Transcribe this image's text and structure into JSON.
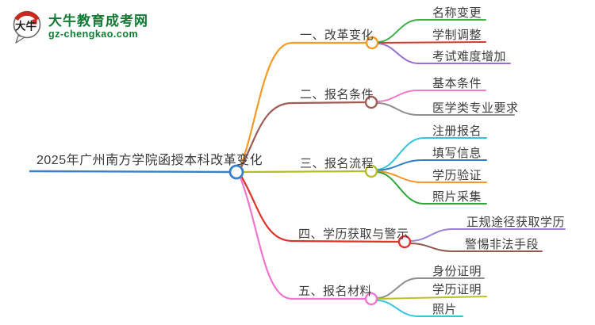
{
  "logo": {
    "brand": "大牛教育成考网",
    "domain": "gz-chengkao.com",
    "icon_text": "大牛",
    "brand_color": "#117a33",
    "icon_red": "#c9281e"
  },
  "central": {
    "title": "2025年广州南方学院函授本科改革变化",
    "color": "#3a80c4"
  },
  "branches": [
    {
      "label": "一、改革变化",
      "color": "#f59b24",
      "children": [
        {
          "label": "名称变更",
          "color": "#3fae4a"
        },
        {
          "label": "学制调整",
          "color": "#d8372e"
        },
        {
          "label": "考试难度增加",
          "color": "#9c6cd1"
        }
      ]
    },
    {
      "label": "二、报名条件",
      "color": "#9c5d53",
      "children": [
        {
          "label": "基本条件",
          "color": "#f878c8"
        },
        {
          "label": "医学类专业要求",
          "color": "#8e8e8e"
        }
      ]
    },
    {
      "label": "三、报名流程",
      "color": "#b5bd26",
      "children": [
        {
          "label": "注册报名",
          "color": "#35c4dd"
        },
        {
          "label": "填写信息",
          "color": "#2f7ec4"
        },
        {
          "label": "学历验证",
          "color": "#f5962e"
        },
        {
          "label": "照片采集",
          "color": "#2fa83a"
        }
      ]
    },
    {
      "label": "四、学历获取与警示",
      "color": "#df332c",
      "children": [
        {
          "label": "正规途径获取学历",
          "color": "#9d82d8"
        },
        {
          "label": "警惕非法手段",
          "color": "#8f5a50"
        }
      ]
    },
    {
      "label": "五、报名材料",
      "color": "#f175cc",
      "children": [
        {
          "label": "身份证明",
          "color": "#8e8e8e"
        },
        {
          "label": "学历证明",
          "color": "#bcbe2c"
        },
        {
          "label": "照片",
          "color": "#35c4dd"
        }
      ]
    }
  ]
}
